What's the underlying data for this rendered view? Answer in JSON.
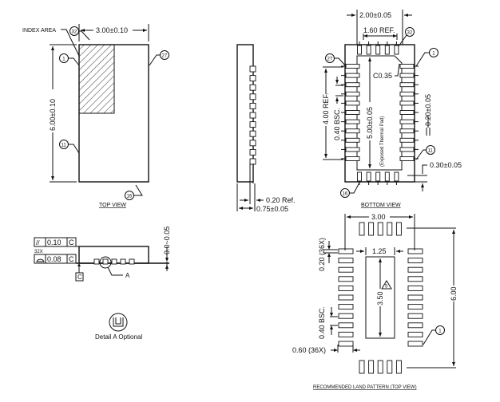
{
  "top_view": {
    "title": "TOP VIEW",
    "index_area_label": "INDEX AREA",
    "width_dim": "3.00±0.10",
    "height_dim": "6.00±0.10",
    "pin_callouts": [
      "32",
      "1",
      "27",
      "11",
      "16"
    ]
  },
  "side_view": {
    "thickness_dim": "0.75±0.05",
    "lead_dim": "0.20 Ref.",
    "pad_count": 11
  },
  "bottom_view": {
    "title": "BOTTOM VIEW",
    "outer_width_dim": "2.00±0.05",
    "pad_ref_dim": "1.60 REF.",
    "chamfer_dim": "C0.35",
    "pad_length_ref": "4.00 REF.",
    "pitch_dim": "0.40 BSC.",
    "thermal_pad_dim": "5.00±0.05",
    "thermal_pad_label": "(Exposed Thermal Pad)",
    "pad_width_dim": "0.20±0.05",
    "pad_end_dim": "0.30±0.05",
    "pin_callouts": [
      "32",
      "1",
      "27",
      "11",
      "16"
    ],
    "side_pad_count": 11,
    "end_pad_count": 5
  },
  "section_view": {
    "parallelism_symbol": "//",
    "parallelism_value": "0.10",
    "parallelism_datum": "C",
    "count_label": "32X",
    "profile_value": "0.08",
    "profile_datum": "C",
    "datum_label": "C",
    "detail_callout": "A",
    "standoff_dim": "0.0~0.05"
  },
  "detail": {
    "label": "Detail A Optional"
  },
  "land_pattern": {
    "title": "RECOMMENDED LAND PATTERN (TOP VIEW)",
    "overall_width": "3.00",
    "center_gap": "1.25",
    "thermal_length": "3.50",
    "overall_height": "6.00",
    "pad_width_label": "0.20 (36X)",
    "pitch_label": "0.40 BSC.",
    "pad_length_label": "0.60 (36X)",
    "note_flag": "5",
    "pin_callout": "1",
    "side_pad_count": 11,
    "end_pad_count": 5
  }
}
